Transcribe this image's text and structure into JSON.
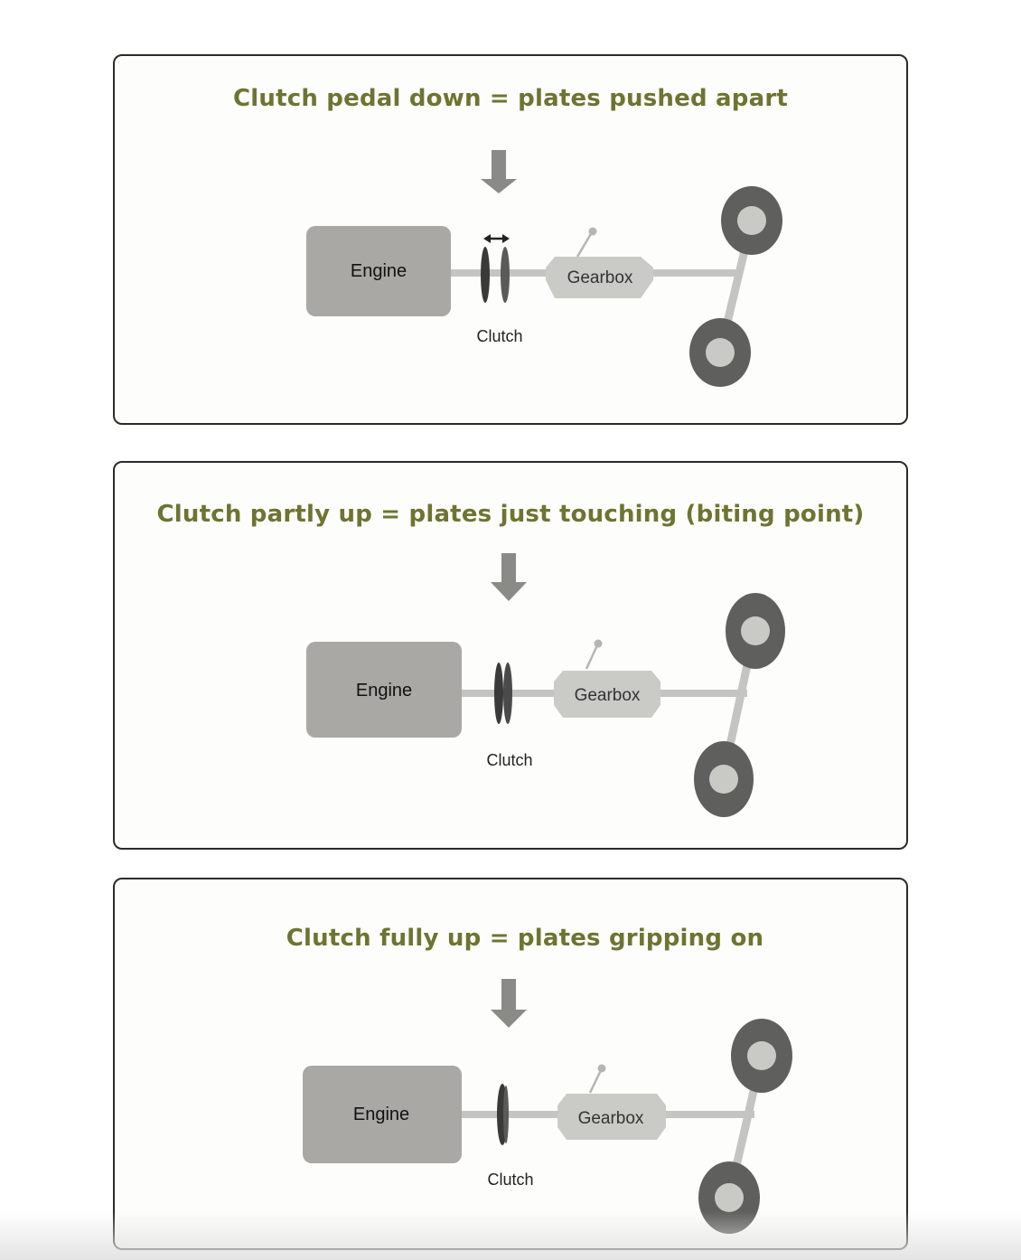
{
  "panels": [
    {
      "title": "Clutch pedal down = plates pushed apart",
      "engine_label": "Engine",
      "clutch_label": "Clutch",
      "gearbox_label": "Gearbox",
      "clutch_state": "apart"
    },
    {
      "title": "Clutch partly up = plates just touching (biting point)",
      "engine_label": "Engine",
      "clutch_label": "Clutch",
      "gearbox_label": "Gearbox",
      "clutch_state": "touching"
    },
    {
      "title": "Clutch fully up = plates gripping on",
      "engine_label": "Engine",
      "clutch_label": "Clutch",
      "gearbox_label": "Gearbox",
      "clutch_state": "gripping"
    }
  ],
  "colors": {
    "title": "#6e7431",
    "engine": "#a9a8a5",
    "gearbox": "#cacac7",
    "shaft": "#c4c4c1",
    "plate_dark": "#3a3a3a",
    "plate_mid": "#5a5a5a",
    "arrow": "#8a8a87",
    "wheel_outer": "#5f5f5d",
    "wheel_inner": "#c9c9c6"
  }
}
